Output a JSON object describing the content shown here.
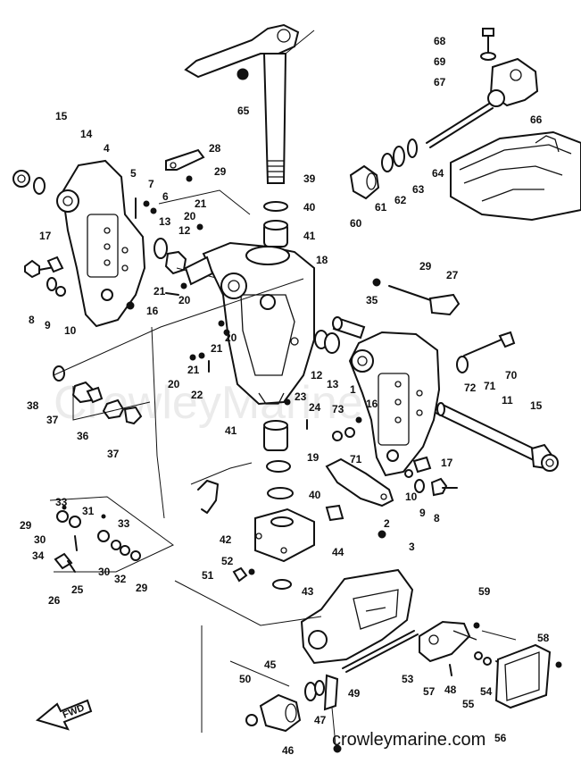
{
  "watermark": "CrowleyMarine",
  "site": "crowleymarine.com",
  "direction_label": "FWD",
  "callouts": [
    {
      "id": "c68",
      "label": "68"
    },
    {
      "id": "c69",
      "label": "69"
    },
    {
      "id": "c67",
      "label": "67"
    },
    {
      "id": "c65",
      "label": "65"
    },
    {
      "id": "c66",
      "label": "66"
    },
    {
      "id": "c64",
      "label": "64"
    },
    {
      "id": "c63",
      "label": "63"
    },
    {
      "id": "c62",
      "label": "62"
    },
    {
      "id": "c61",
      "label": "61"
    },
    {
      "id": "c60",
      "label": "60"
    },
    {
      "id": "c39",
      "label": "39"
    },
    {
      "id": "c40a",
      "label": "40"
    },
    {
      "id": "c41a",
      "label": "41"
    },
    {
      "id": "c28",
      "label": "28"
    },
    {
      "id": "c29a",
      "label": "29"
    },
    {
      "id": "c15a",
      "label": "15"
    },
    {
      "id": "c14",
      "label": "14"
    },
    {
      "id": "c4",
      "label": "4"
    },
    {
      "id": "c5",
      "label": "5"
    },
    {
      "id": "c7",
      "label": "7"
    },
    {
      "id": "c6",
      "label": "6"
    },
    {
      "id": "c21a",
      "label": "21"
    },
    {
      "id": "c20a",
      "label": "20"
    },
    {
      "id": "c13a",
      "label": "13"
    },
    {
      "id": "c12a",
      "label": "12"
    },
    {
      "id": "c17a",
      "label": "17"
    },
    {
      "id": "c8a",
      "label": "8"
    },
    {
      "id": "c9a",
      "label": "9"
    },
    {
      "id": "c10a",
      "label": "10"
    },
    {
      "id": "c16a",
      "label": "16"
    },
    {
      "id": "c21b",
      "label": "21"
    },
    {
      "id": "c20b",
      "label": "20"
    },
    {
      "id": "c18",
      "label": "18"
    },
    {
      "id": "c29b",
      "label": "29"
    },
    {
      "id": "c27",
      "label": "27"
    },
    {
      "id": "c35",
      "label": "35"
    },
    {
      "id": "c20c",
      "label": "20"
    },
    {
      "id": "c21c",
      "label": "21"
    },
    {
      "id": "c21d",
      "label": "21"
    },
    {
      "id": "c20d",
      "label": "20"
    },
    {
      "id": "c22",
      "label": "22"
    },
    {
      "id": "c12b",
      "label": "12"
    },
    {
      "id": "c13b",
      "label": "13"
    },
    {
      "id": "c1",
      "label": "1"
    },
    {
      "id": "c70",
      "label": "70"
    },
    {
      "id": "c72",
      "label": "72"
    },
    {
      "id": "c71a",
      "label": "71"
    },
    {
      "id": "c11",
      "label": "11"
    },
    {
      "id": "c15b",
      "label": "15"
    },
    {
      "id": "c38",
      "label": "38"
    },
    {
      "id": "c37a",
      "label": "37"
    },
    {
      "id": "c36",
      "label": "36"
    },
    {
      "id": "c37b",
      "label": "37"
    },
    {
      "id": "c23",
      "label": "23"
    },
    {
      "id": "c24",
      "label": "24"
    },
    {
      "id": "c73",
      "label": "73"
    },
    {
      "id": "c16b",
      "label": "16"
    },
    {
      "id": "c71b",
      "label": "71"
    },
    {
      "id": "c41b",
      "label": "41"
    },
    {
      "id": "c19",
      "label": "19"
    },
    {
      "id": "c40b",
      "label": "40"
    },
    {
      "id": "c17b",
      "label": "17"
    },
    {
      "id": "c10b",
      "label": "10"
    },
    {
      "id": "c9b",
      "label": "9"
    },
    {
      "id": "c8b",
      "label": "8"
    },
    {
      "id": "c2",
      "label": "2"
    },
    {
      "id": "c3",
      "label": "3"
    },
    {
      "id": "c42",
      "label": "42"
    },
    {
      "id": "c44",
      "label": "44"
    },
    {
      "id": "c52",
      "label": "52"
    },
    {
      "id": "c51",
      "label": "51"
    },
    {
      "id": "c43",
      "label": "43"
    },
    {
      "id": "c33a",
      "label": "33"
    },
    {
      "id": "c29c",
      "label": "29"
    },
    {
      "id": "c30a",
      "label": "30"
    },
    {
      "id": "c31",
      "label": "31"
    },
    {
      "id": "c33b",
      "label": "33"
    },
    {
      "id": "c34",
      "label": "34"
    },
    {
      "id": "c30b",
      "label": "30"
    },
    {
      "id": "c32",
      "label": "32"
    },
    {
      "id": "c29d",
      "label": "29"
    },
    {
      "id": "c26",
      "label": "26"
    },
    {
      "id": "c25",
      "label": "25"
    },
    {
      "id": "c59",
      "label": "59"
    },
    {
      "id": "c58",
      "label": "58"
    },
    {
      "id": "c50",
      "label": "50"
    },
    {
      "id": "c45",
      "label": "45"
    },
    {
      "id": "c49",
      "label": "49"
    },
    {
      "id": "c53",
      "label": "53"
    },
    {
      "id": "c57",
      "label": "57"
    },
    {
      "id": "c48",
      "label": "48"
    },
    {
      "id": "c55",
      "label": "55"
    },
    {
      "id": "c54",
      "label": "54"
    },
    {
      "id": "c47",
      "label": "47"
    },
    {
      "id": "c46",
      "label": "46"
    },
    {
      "id": "c56",
      "label": "56"
    }
  ]
}
